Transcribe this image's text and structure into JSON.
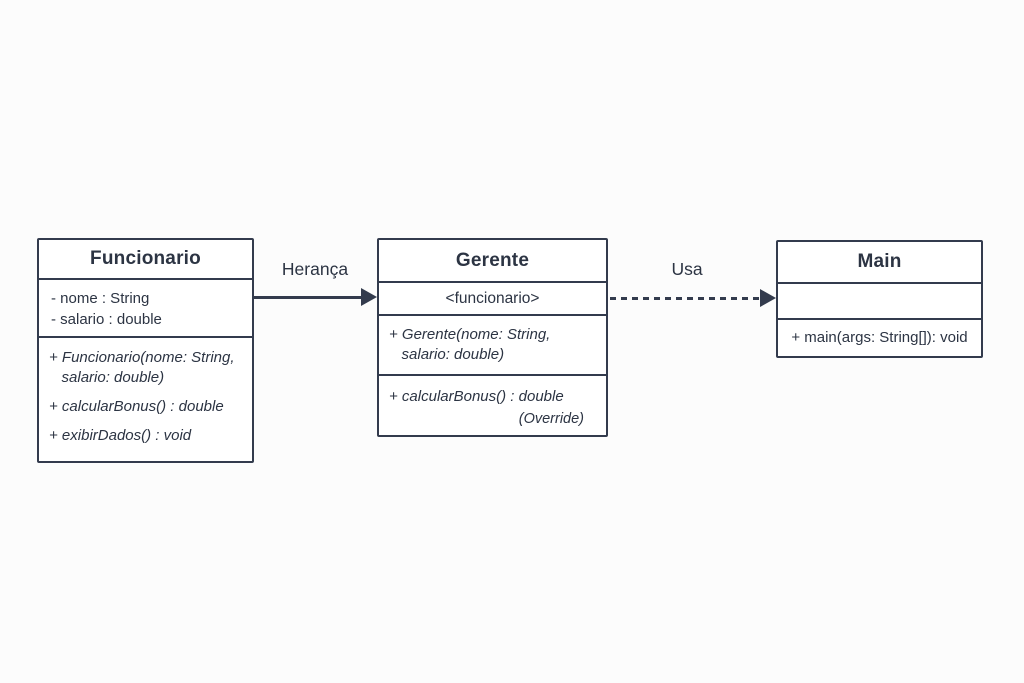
{
  "diagram": {
    "type": "uml-class-diagram",
    "colors": {
      "stroke": "#333b4d",
      "text": "#2c3443",
      "box_fill": "#ffffff",
      "background": "#fcfcfc"
    },
    "classes": [
      {
        "name": "Funcionario",
        "attributes": [
          "- nome : String",
          "- salario : double"
        ],
        "methods": [
          "+ Funcionario(nome: String,\n   salario: double)",
          "+ calcularBonus() : double",
          "+ exibirDados() : void"
        ]
      },
      {
        "name": "Gerente",
        "stereotype": "<funcionario>",
        "methods": [
          "+ Gerente(nome: String,\n   salario: double)",
          "+ calcularBonus() : double"
        ],
        "annotation": "(Override)"
      },
      {
        "name": "Main",
        "attributes": [],
        "methods": [
          "+ main(args: String[]): void"
        ]
      }
    ],
    "relations": [
      {
        "label": "Herança",
        "style": "solid",
        "from": "Funcionario",
        "to": "Gerente"
      },
      {
        "label": "Usa",
        "style": "dashed",
        "from": "Gerente",
        "to": "Main"
      }
    ]
  }
}
